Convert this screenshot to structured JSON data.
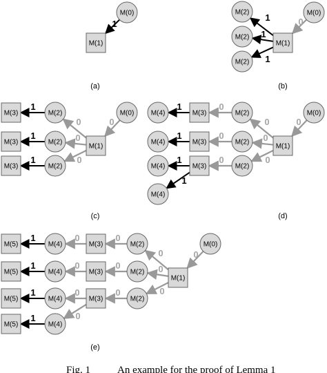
{
  "colors": {
    "node_fill": "#d9d9d9",
    "node_stroke": "#666666",
    "edge_black": "#000000",
    "edge_gray": "#999999",
    "label_gray": "#a6a6a6"
  },
  "labels": {
    "M0": "M(0)",
    "M1": "M(1)",
    "M2": "M(2)",
    "M3": "M(3)",
    "M4": "M(4)",
    "M5": "M(5)",
    "one": "1",
    "zero": "0"
  },
  "panels": [
    "(a)",
    "(b)",
    "(c)",
    "(d)",
    "(e)"
  ],
  "caption": {
    "fig": "Fig. 1",
    "text": "An example for the proof of Lemma 1"
  }
}
